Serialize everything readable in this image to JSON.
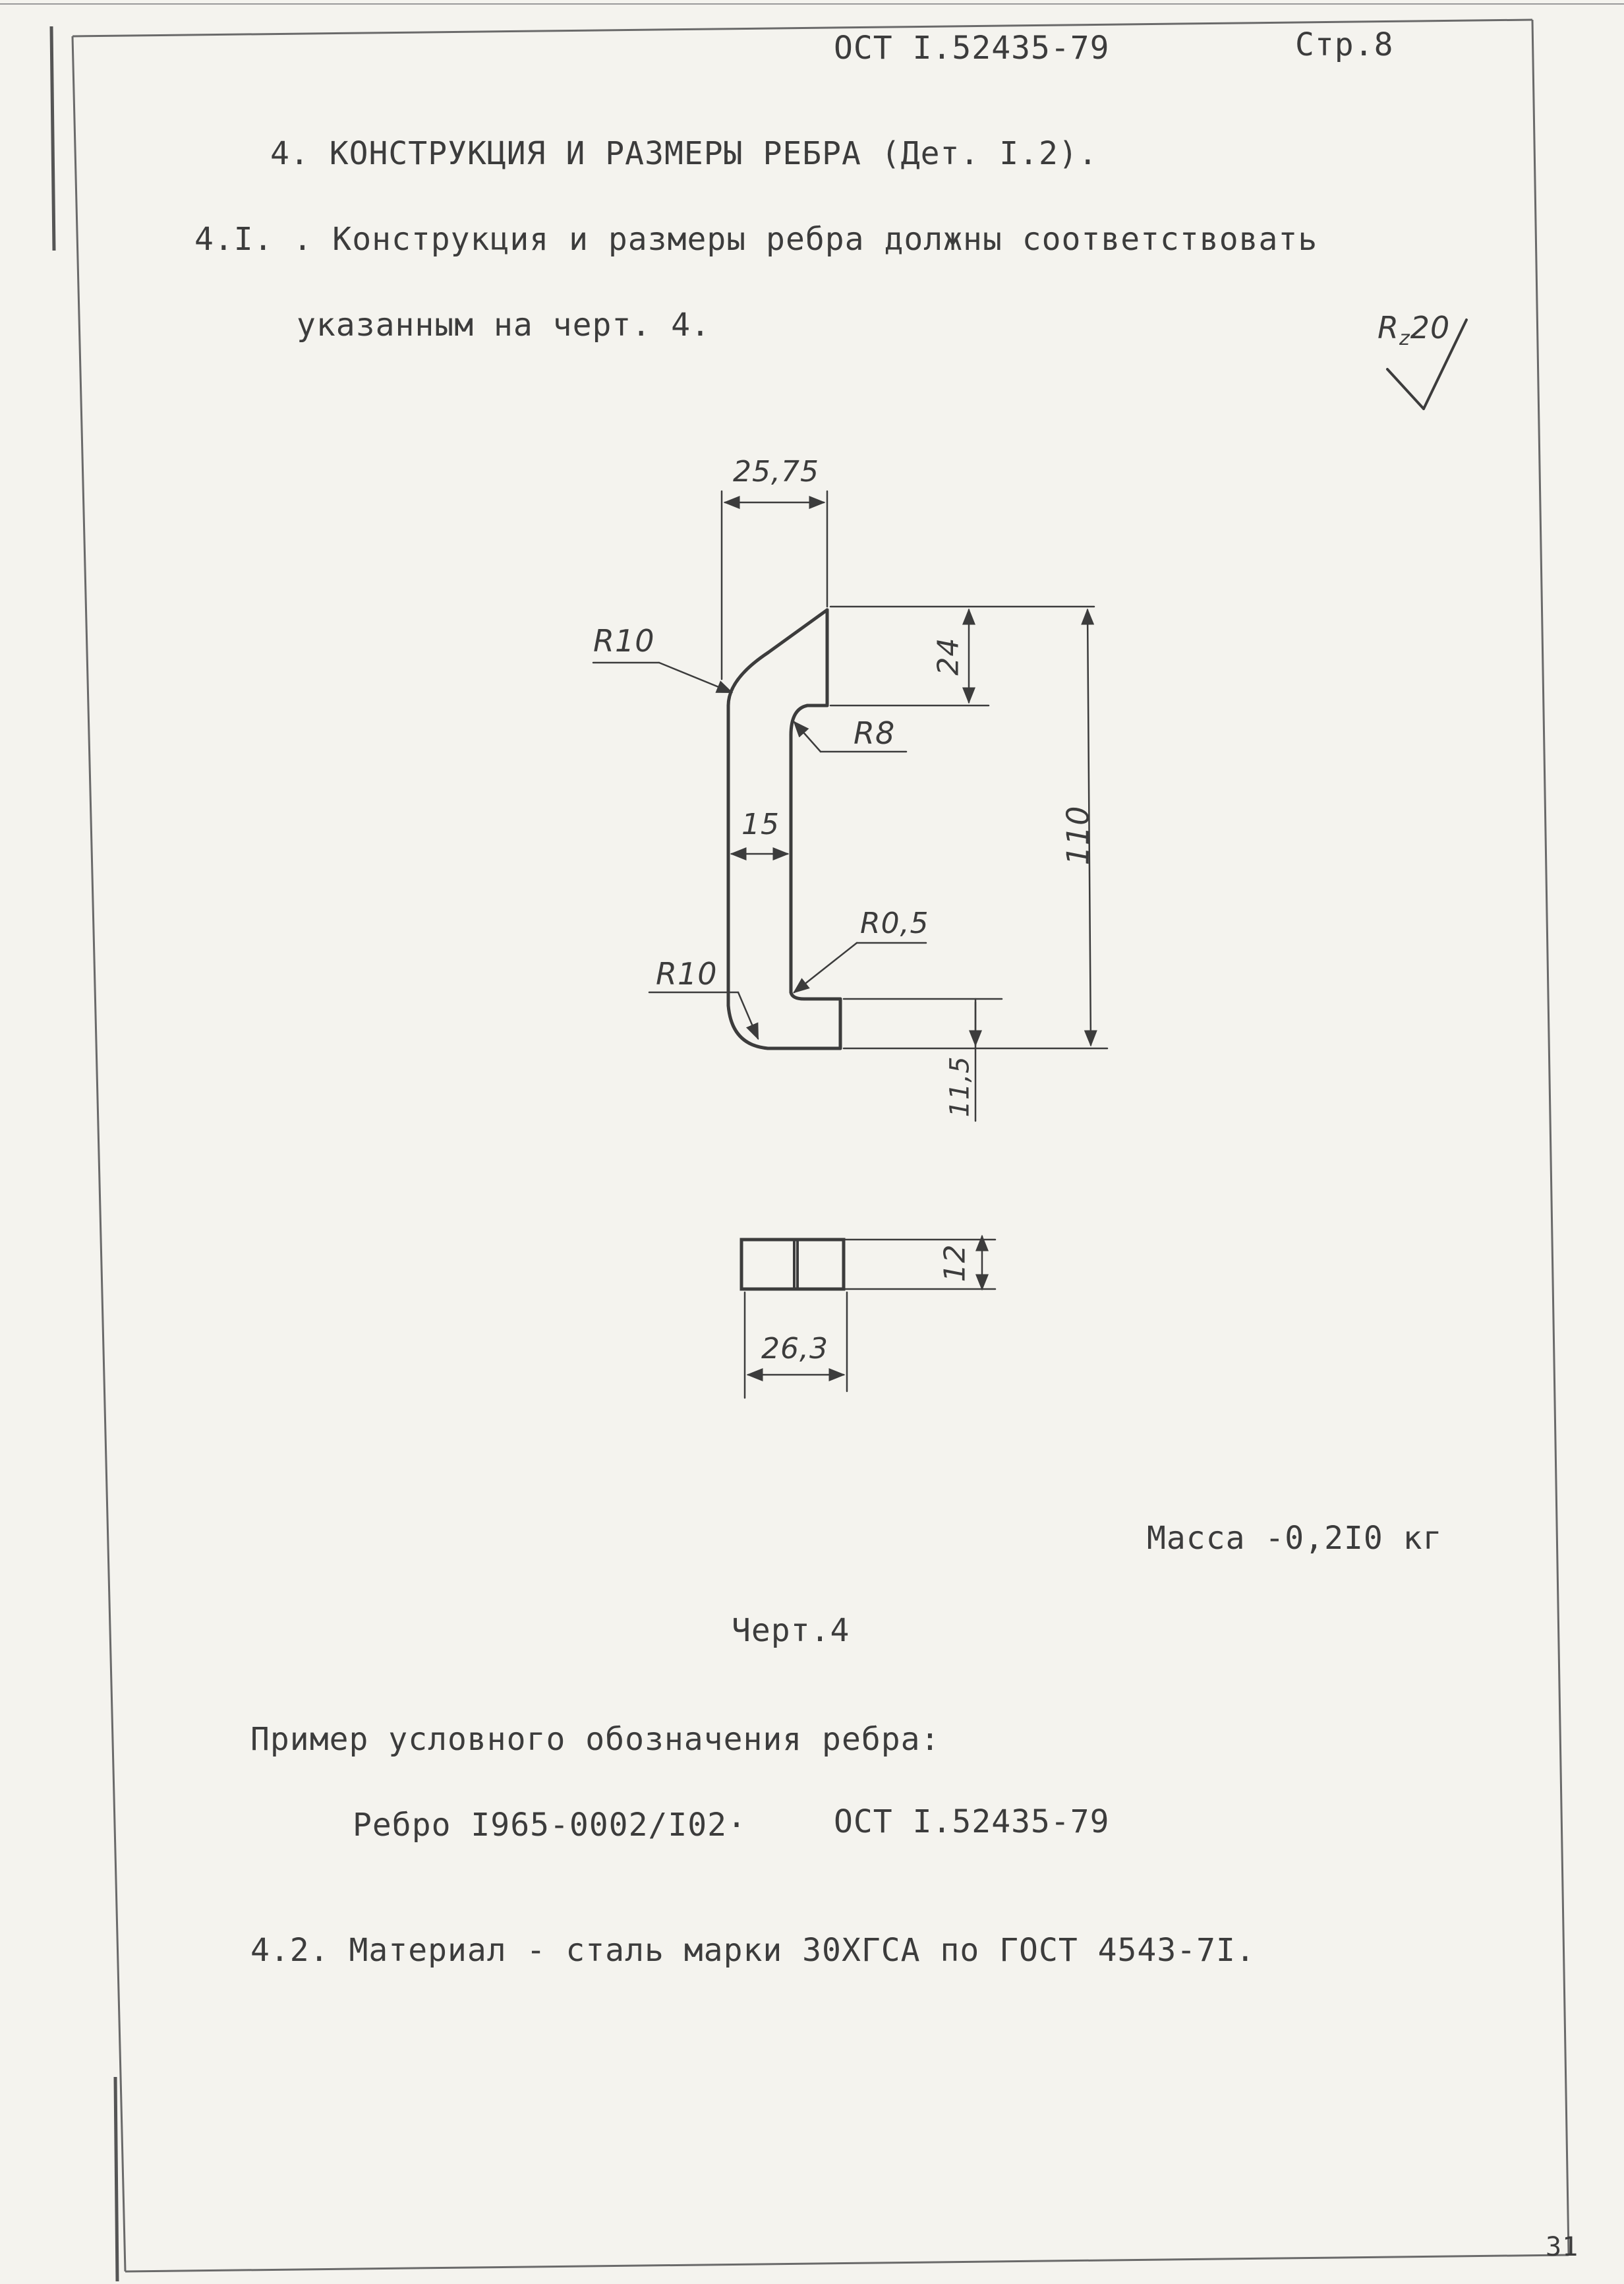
{
  "header": {
    "standard": "ОСТ I.52435-79",
    "page": "Стр.8"
  },
  "section": {
    "title": "4.   КОНСТРУКЦИЯ И РАЗМЕРЫ РЕБРА (Дет. I.2).",
    "clause_4_1_line1": "4.I. . Конструкция и размеры ребра должны соответствовать",
    "clause_4_1_line2": "указанным на черт. 4."
  },
  "roughness": {
    "symbol": "R",
    "subscript": "z",
    "value": "20"
  },
  "drawing": {
    "dim_width_top": "25,75",
    "dim_flange_height": "24",
    "dim_total_height": "110",
    "dim_web_thickness": "15",
    "dim_bottom_flange": "11,5",
    "radius_outer_top": "R10",
    "radius_inner_top": "R8",
    "radius_inner_bottom": "R0,5",
    "radius_outer_bottom": "R10",
    "section_thickness": "12",
    "section_width": "26,3"
  },
  "mass": "Масса -0,2I0 кг",
  "figure_caption": "Черт.4",
  "example": {
    "heading": "Пример условного обозначения ребра:",
    "designation": "Ребро I965-0002/I02·",
    "standard": "ОСТ I.52435-79"
  },
  "clause_4_2": "4.2. Материал - сталь марки  30ХГСА по ГОСТ 4543-7I.",
  "sheet_number": "31"
}
